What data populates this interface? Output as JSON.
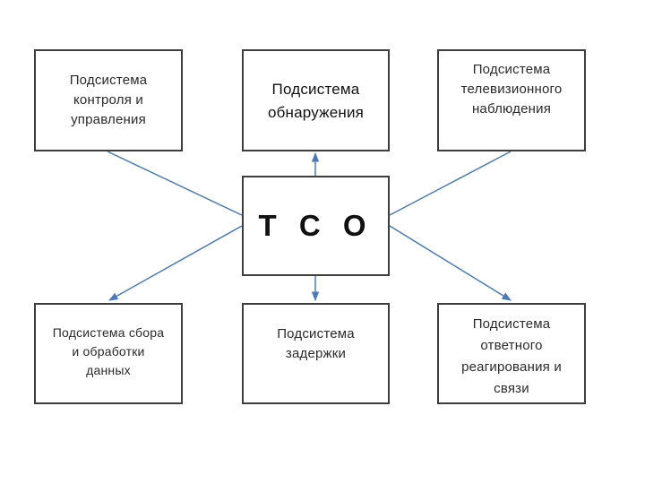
{
  "diagram": {
    "center": {
      "label": "Т С О"
    },
    "nodes": {
      "control": {
        "label": "Подсистема\nконтроля и\nуправления"
      },
      "detection": {
        "label": "Подсистема\nобнаружения"
      },
      "tv": {
        "label": "Подсистема\nтелевизионного\nнаблюдения"
      },
      "collect": {
        "label": "Подсистема сбора\nи обработки\nданных"
      },
      "delay": {
        "label": "Подсистема\nзадержки"
      },
      "response": {
        "label": "Подсистема\nответного\nреагирования и\nсвязи"
      }
    },
    "edges": [
      {
        "from": "control",
        "to": "center",
        "arrow": "none"
      },
      {
        "from": "center",
        "to": "detection",
        "arrow": "end"
      },
      {
        "from": "tv",
        "to": "center",
        "arrow": "none"
      },
      {
        "from": "center",
        "to": "collect",
        "arrow": "end"
      },
      {
        "from": "center",
        "to": "delay",
        "arrow": "end"
      },
      {
        "from": "center",
        "to": "response",
        "arrow": "end"
      }
    ],
    "colors": {
      "connector": "#4a7ab8",
      "border": "#3d3d3d"
    }
  }
}
